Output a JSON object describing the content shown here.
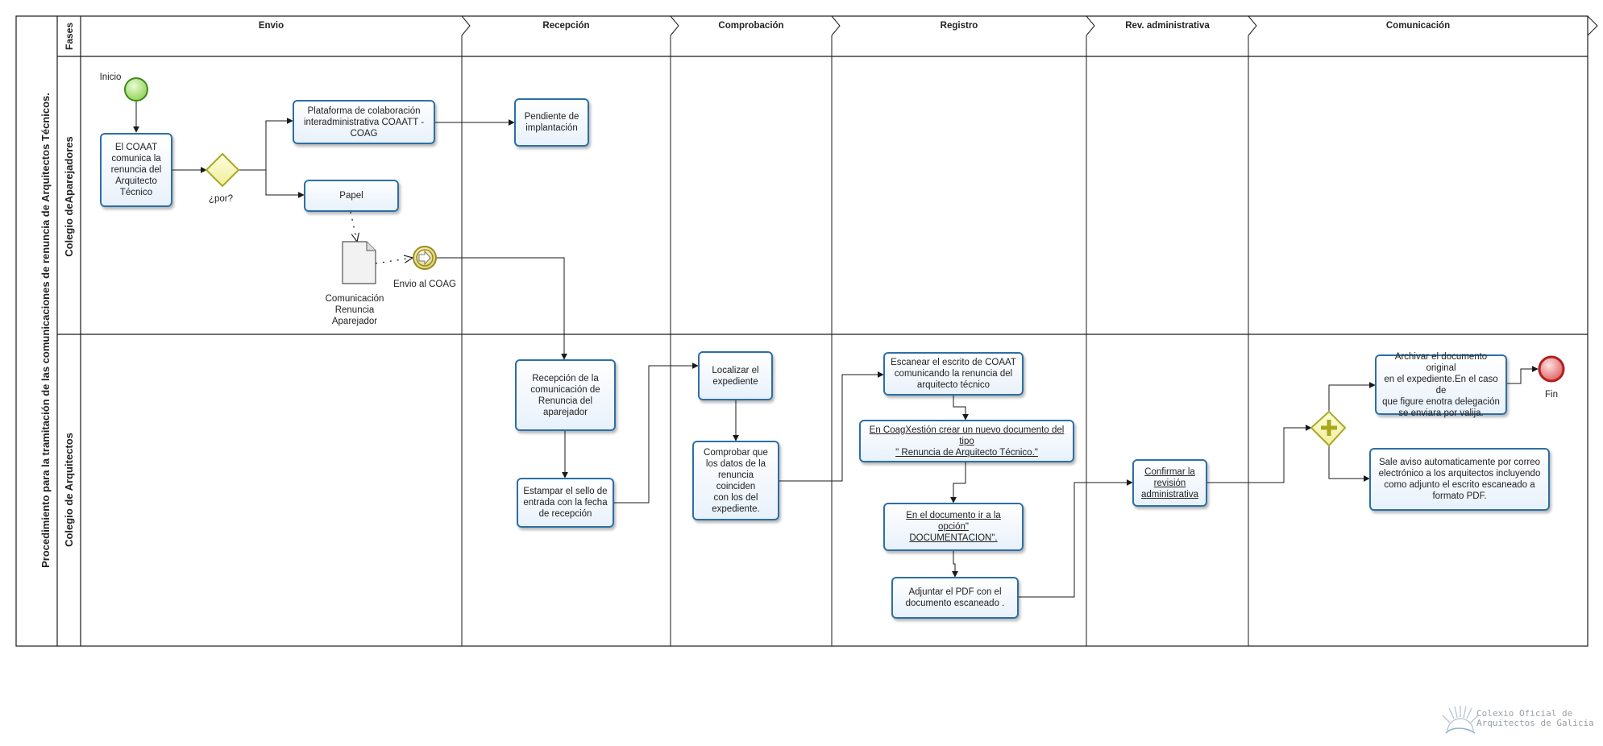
{
  "title": "Procedimiento para la tramitación de las comunicaciones de renuncia de Arquitectos Técnicos.",
  "phases_label": "Fases",
  "phases": [
    "Envio",
    "Recepción",
    "Comprobación",
    "Registro",
    "Rev. administrativa",
    "Comunicación"
  ],
  "lanes": [
    "Colegio deAparejadores",
    "Colegio de Arquitectos"
  ],
  "events": {
    "start": "Inicio",
    "gateway": "¿por?",
    "intermediate": "Envio al COAG",
    "end": "Fin"
  },
  "document": [
    "Comunicación",
    "Renuncia",
    "Aparejador"
  ],
  "tasks": {
    "coaat": [
      "El COAAT",
      "comunica la",
      "renuncia del",
      "Arquitecto",
      "Técnico"
    ],
    "plataforma": [
      "Plataforma de colaboración",
      "interadministrativa COAATT -",
      "COAG"
    ],
    "papel": [
      "Papel"
    ],
    "pendiente": [
      "Pendiente de",
      "implantación"
    ],
    "recepcion": [
      "Recepción de la",
      "comunicación  de",
      "Renuncia del",
      "aparejador"
    ],
    "estampar": [
      "Estampar el sello de",
      "entrada con la fecha",
      "de recepción"
    ],
    "localizar": [
      "Localizar el",
      "expediente"
    ],
    "comprobar": [
      "Comprobar que",
      "los datos de la",
      "renuncia coinciden",
      "con los del",
      "expediente."
    ],
    "escanear": [
      "Escanear el escrito de COAAT",
      "comunicando la  renuncia del",
      "arquitecto técnico"
    ],
    "coagxestion": [
      "En CoagXestión crear un nuevo documento del tipo",
      "\" Renuncia de Arquitecto Técnico.\""
    ],
    "documentacion": [
      "En el documento ir a la opción\"",
      "DOCUMENTACION\"."
    ],
    "adjuntar": [
      "Adjuntar  el PDF con el",
      "documento escaneado ."
    ],
    "confirmar": [
      "Confirmar la",
      "revisión",
      "administrativa"
    ],
    "archivar": [
      "Archivar el documento original",
      "en el expediente.En el caso de",
      "que figure enotra delegación",
      "se enviara por valija."
    ],
    "aviso": [
      "Sale aviso automaticamente por correo",
      "electrónico a los arquitectos incluyendo",
      "como adjunto el escrito escaneado a",
      "formato PDF."
    ]
  },
  "logo": [
    "Colexio Oficial de",
    "Arquitectos de Galicia"
  ],
  "colors": {
    "task_border": "#2c6fa6",
    "start_event": "#8fd14f",
    "end_event": "#e05a5a",
    "gateway": "#c8c830",
    "lines": "#1a1a1a"
  }
}
